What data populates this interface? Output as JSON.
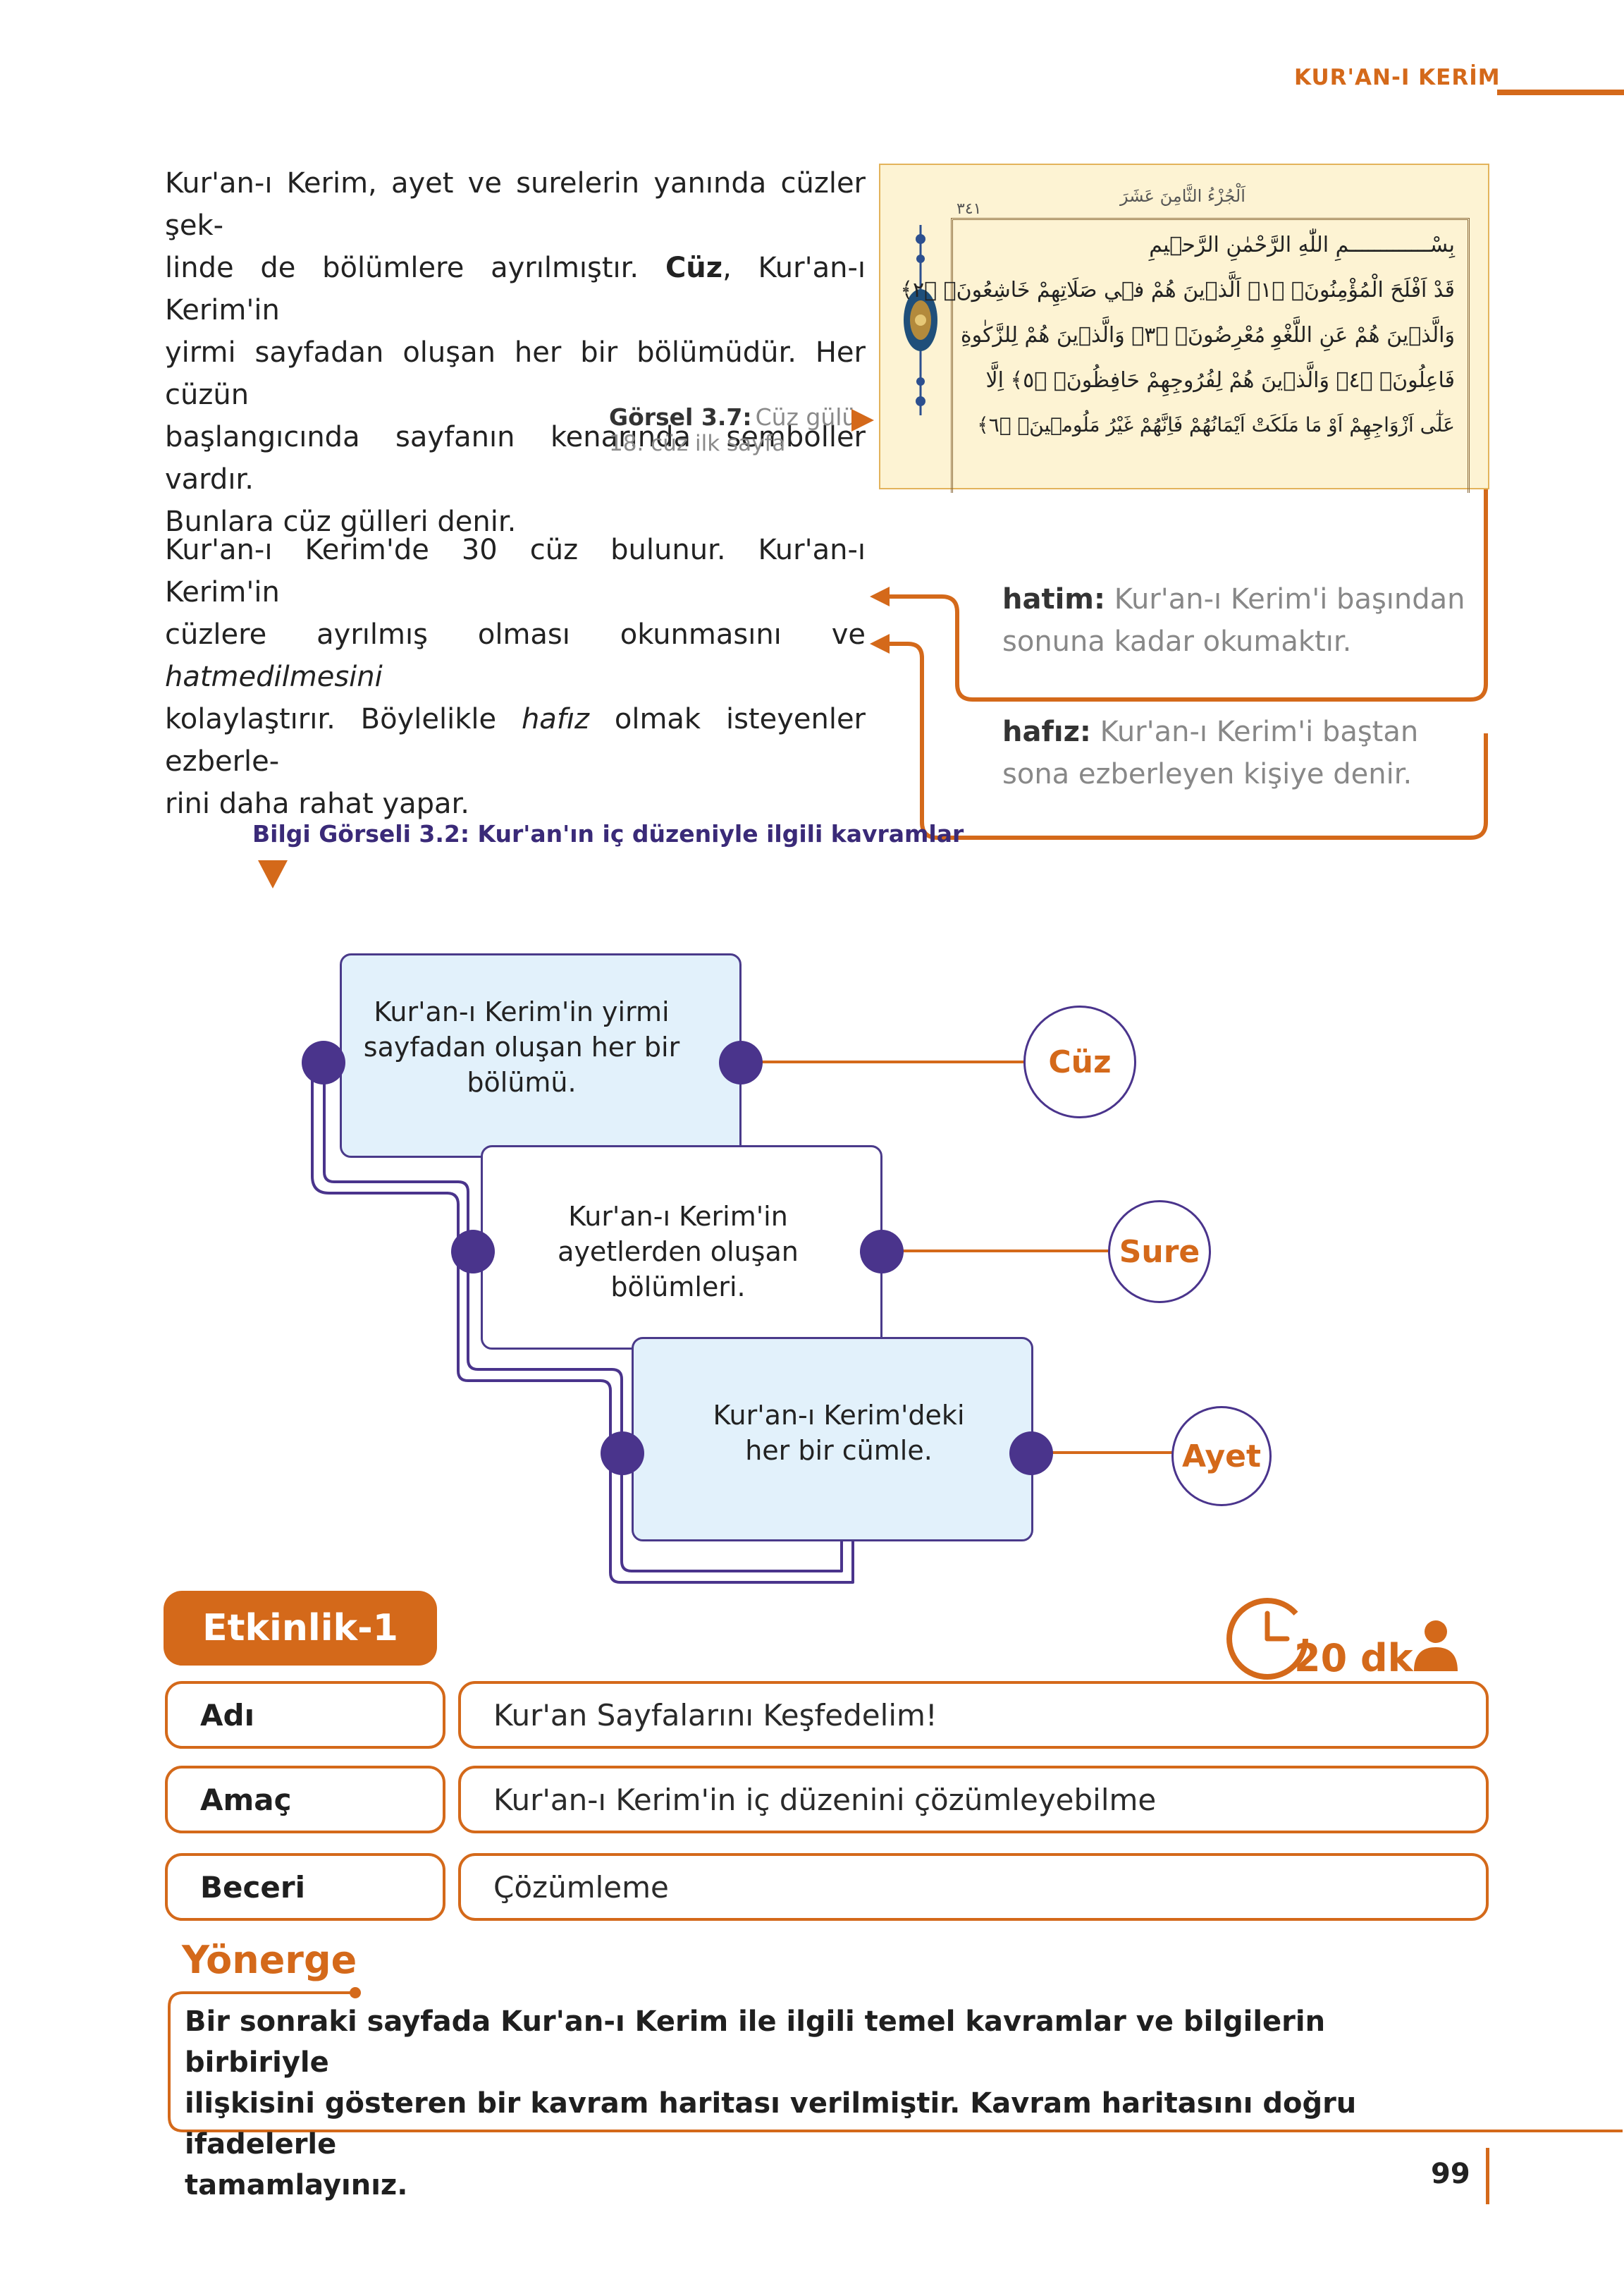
{
  "header": {
    "title": "KUR'AN-I KERİM"
  },
  "intro": {
    "line1": "Kur'an-ı Kerim, ayet ve surelerin yanında cüzler şek-",
    "line2": "linde de bölümlere ayrılmıştır.",
    "line2_bold": "Cüz",
    "line2_end": ", Kur'an-ı Kerim'in",
    "line3": "yirmi sayfadan oluşan her bir bölümüdür. Her cüzün",
    "line4": "başlangıcında sayfanın kenarında semboller vardır.",
    "line5": "Bunlara cüz gülleri denir."
  },
  "figure": {
    "label": "Görsel 3.7:",
    "name": "Cüz gülü",
    "subtitle": "18. cüz ilk sayfa",
    "page_header": "اَلْجُزْءُ الثَّامِنَ عَشَرَ",
    "page_number": "٣٤١",
    "lines": [
      "بِسْـــــــــــــمِ اللّٰهِ الرَّحْمٰنِ الرَّح۪يمِ",
      "قَدْ اَفْلَحَ الْمُؤْمِنُونَۙ ﴿١﴾ اَلَّذ۪ينَ هُمْ ف۪ي صَلَاتِهِمْ خَاشِعُونَۙ ﴿٢﴾",
      "وَالَّذ۪ينَ هُمْ عَنِ اللَّغْوِ مُعْرِضُونَۙ ﴿٣﴾ وَالَّذ۪ينَ هُمْ لِلزَّكٰوةِ",
      "فَاعِلُونَۙ ﴿٤﴾ وَالَّذ۪ينَ هُمْ لِفُرُوجِهِمْ حَافِظُونَۙ ﴿٥﴾ اِلَّا",
      "عَلٰٓى اَزْوَاجِهِمْ اَوْ مَا مَلَكَتْ اَيْمَانُهُمْ فَاِنَّهُمْ غَيْرُ مَلُوم۪ينَۚ ﴿٦﴾"
    ]
  },
  "para2": {
    "line1": "Kur'an-ı Kerim'de 30 cüz bulunur. Kur'an-ı Kerim'in",
    "line2_start": "cüzlere ayrılmış olması okunmasını ve ",
    "line2_italic": "hatmedilmesini",
    "line3_start": "kolaylaştırır. Böylelikle ",
    "line3_italic": "hafız",
    "line3_end": " olmak isteyenler ezberle-",
    "line4": "rini daha rahat yapar."
  },
  "definitions": {
    "hatim_term": "hatim:",
    "hatim_line1": "Kur'an-ı Kerim'i başından",
    "hatim_line2": "sonuna kadar okumaktır.",
    "hafiz_term": "hafız:",
    "hafiz_line1": "Kur'an-ı Kerim'i baştan",
    "hafiz_line2": "sona ezberleyen kişiye denir."
  },
  "info_caption": "Bilgi Görseli 3.2: Kur'an'ın iç düzeniyle ilgili kavramlar",
  "concepts": [
    {
      "text_lines": [
        "Kur'an-ı Kerim'in yirmi",
        "sayfadan oluşan her bir",
        "bölümü."
      ],
      "term": "Cüz"
    },
    {
      "text_lines": [
        "Kur'an-ı Kerim'in",
        "ayetlerden oluşan",
        "bölümleri."
      ],
      "term": "Sure"
    },
    {
      "text_lines": [
        "Kur'an-ı Kerim'deki",
        "her bir cümle."
      ],
      "term": "Ayet"
    }
  ],
  "activity": {
    "title": "Etkinlik-1",
    "duration": "20 dk.",
    "rows": [
      {
        "label": "Adı",
        "value": "Kur'an Sayfalarını Keşfedelim!"
      },
      {
        "label": "Amaç",
        "value": "Kur'an-ı Kerim'in iç düzenini çözümleyebilme"
      },
      {
        "label": "Beceri",
        "value": "Çözümleme"
      }
    ],
    "instruction_title": "Yönerge",
    "instruction_lines": [
      "Bir sonraki sayfada Kur'an-ı Kerim ile ilgili temel kavramlar ve bilgilerin birbiriyle",
      "ilişkisini gösteren bir kavram haritası verilmiştir. Kavram haritasını doğru ifadelerle",
      "tamamlayınız."
    ]
  },
  "page_number": "99",
  "colors": {
    "accent": "#d4691a",
    "purple": "#4a348c",
    "box_fill": "#e2f1fb"
  }
}
